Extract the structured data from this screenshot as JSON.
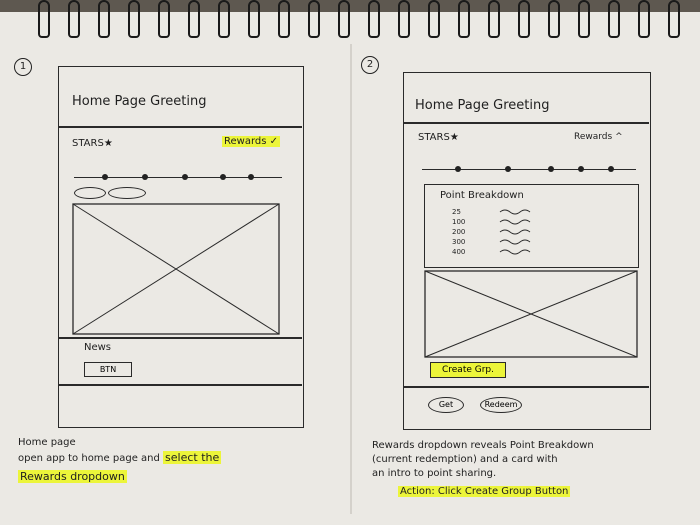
{
  "sketch1": {
    "number": "1",
    "greeting": "Home Page Greeting",
    "stars": "STARS★",
    "rewards": "Rewards",
    "rewards_chevron": "✓",
    "news": "News",
    "btn": "BTN",
    "caption_title": "Home page",
    "caption_line1": "open app to home page and",
    "caption_hl1": "select the",
    "caption_hl2": "Rewards dropdown"
  },
  "sketch2": {
    "number": "2",
    "greeting": "Home Page Greeting",
    "stars": "STARS★",
    "rewards": "Rewards",
    "rewards_chevron": "^",
    "point_title": "Point Breakdown",
    "points": [
      "25",
      "100",
      "200",
      "300",
      "400"
    ],
    "create_btn": "Create Grp.",
    "get_btn": "Get",
    "redeem_btn": "Redeem",
    "caption_line1": "Rewards dropdown reveals Point Breakdown",
    "caption_line2": "(current redemption) and a card with",
    "caption_line3": "an intro to point sharing.",
    "caption_action": "Action: Click Create Group Button"
  }
}
